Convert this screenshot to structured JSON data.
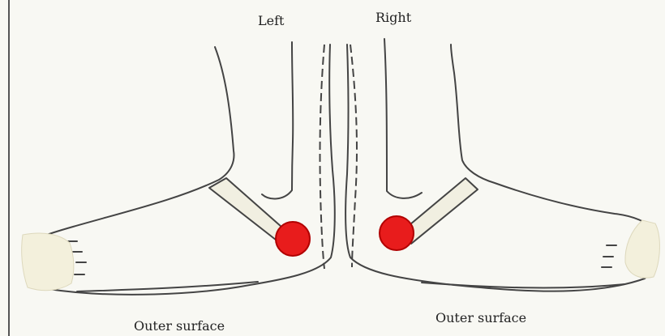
{
  "labels": {
    "left": "Left",
    "right": "Right",
    "outer_left": "Outer surface",
    "outer_right": "Outer surface"
  },
  "colors": {
    "marker": "#e81c1c",
    "line": "#444444",
    "band": "#f1efe1"
  },
  "icons": {
    "left_point": "red-circle",
    "right_point": "red-circle"
  }
}
